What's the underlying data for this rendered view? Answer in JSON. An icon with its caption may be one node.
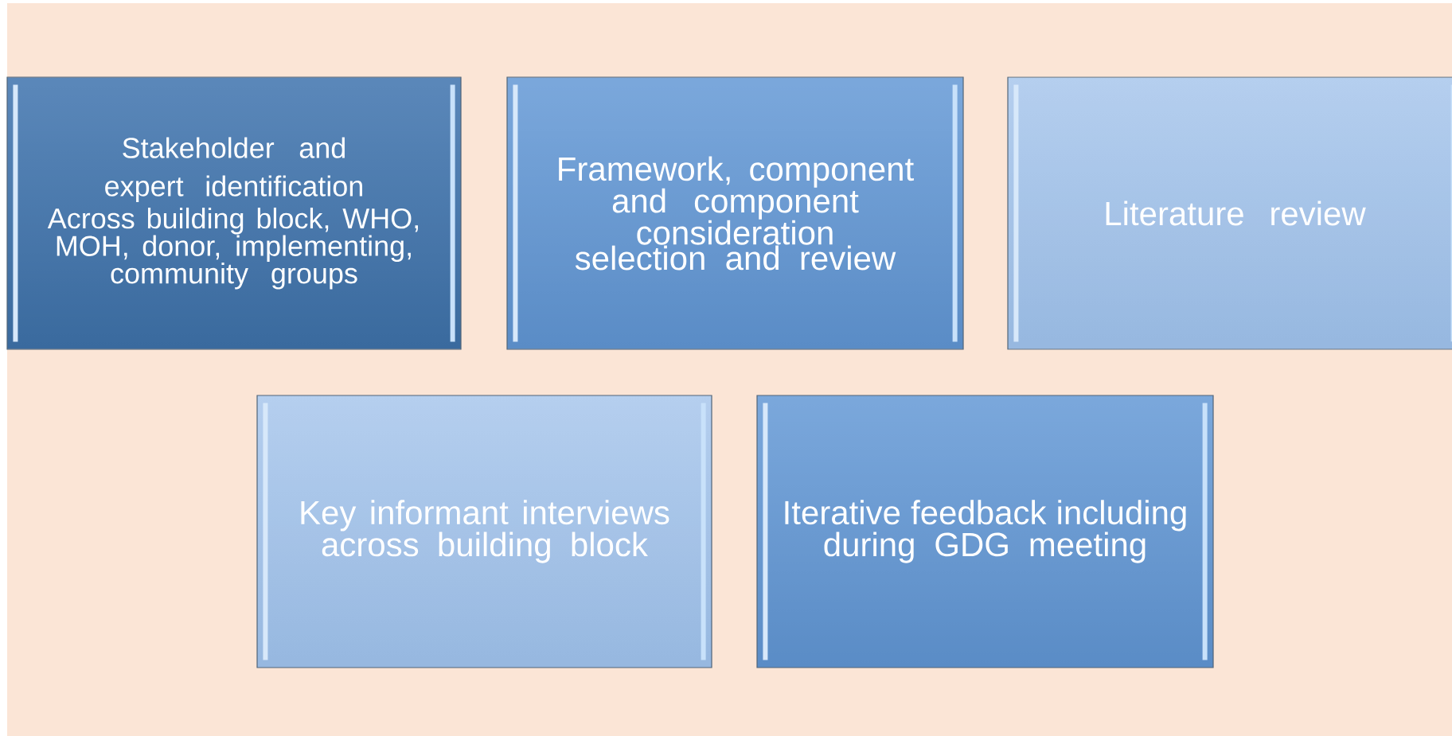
{
  "diagram": {
    "nodes": [
      {
        "text": [
          "Stakeholder and expert identification",
          "Across building block, WHO, MOH, donor, implementing, community groups"
        ]
      },
      {
        "text": [
          "Framework, component and component consideration selection and review"
        ]
      },
      {
        "text": [
          "Literature review"
        ]
      },
      {
        "text": [
          "Key informant interviews across building block"
        ]
      },
      {
        "text": [
          "Iterative feedback including during GDG meeting"
        ]
      }
    ]
  }
}
